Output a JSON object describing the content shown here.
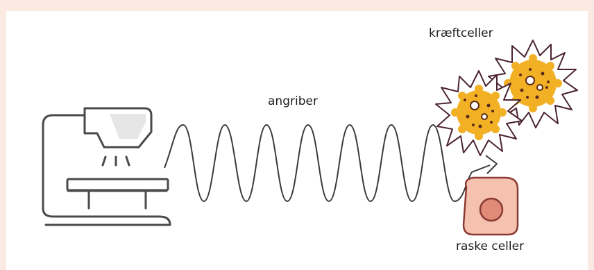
{
  "labels": {
    "wave": "angriber",
    "cancer_cells": "kræftceller",
    "healthy_cells": "raske celler"
  },
  "colors": {
    "background": "#fbeae1",
    "panel": "#ffffff",
    "outline": "#4a4a4a",
    "wave_stroke": "#3a3a3a",
    "cancer_spike_outline": "#4b2430",
    "cancer_fill": "#f2b025",
    "cancer_dots": "#5a2a1a",
    "healthy_cell_fill": "#f5c2b0",
    "healthy_cell_outline": "#8a3a32",
    "nucleus_fill": "#e08a78",
    "machine_glass": "#e6e6e6"
  },
  "icons": [
    "radiation-machine-icon",
    "radiation-wave",
    "cancer-cell-icon",
    "healthy-cell-icon"
  ]
}
